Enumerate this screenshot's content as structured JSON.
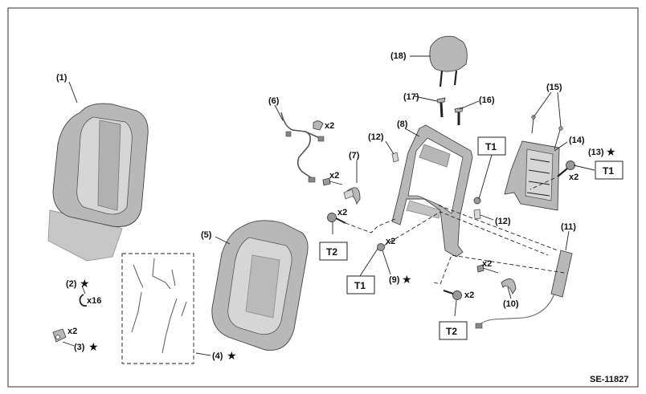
{
  "diagram_code": "SE-11827",
  "callouts": [
    {
      "id": "c1",
      "label": "(1)"
    },
    {
      "id": "c2",
      "label": "(2)"
    },
    {
      "id": "c3",
      "label": "(3)"
    },
    {
      "id": "c4",
      "label": "(4)"
    },
    {
      "id": "c5",
      "label": "(5)"
    },
    {
      "id": "c6",
      "label": "(6)"
    },
    {
      "id": "c7",
      "label": "(7)"
    },
    {
      "id": "c8",
      "label": "(8)"
    },
    {
      "id": "c9",
      "label": "(9)"
    },
    {
      "id": "c10",
      "label": "(10)"
    },
    {
      "id": "c11",
      "label": "(11)"
    },
    {
      "id": "c12a",
      "label": "(12)"
    },
    {
      "id": "c12b",
      "label": "(12)"
    },
    {
      "id": "c13",
      "label": "(13)"
    },
    {
      "id": "c14",
      "label": "(14)"
    },
    {
      "id": "c15",
      "label": "(15)"
    },
    {
      "id": "c16",
      "label": "(16)"
    },
    {
      "id": "c17",
      "label": "(17)"
    },
    {
      "id": "c18",
      "label": "(18)"
    }
  ],
  "star_symbol": "★",
  "quantities": {
    "q2": "x16",
    "q3": "x2",
    "q6": "x2",
    "q7": "x2",
    "qT2a": "x2",
    "q9": "x2",
    "q10": "x2",
    "qT2b": "x2",
    "q13": "x2"
  },
  "torque_labels": {
    "t1_upper": "T1",
    "t1_right": "T1",
    "t1_lower": "T1",
    "t2_left": "T2",
    "t2_bottom": "T2"
  }
}
